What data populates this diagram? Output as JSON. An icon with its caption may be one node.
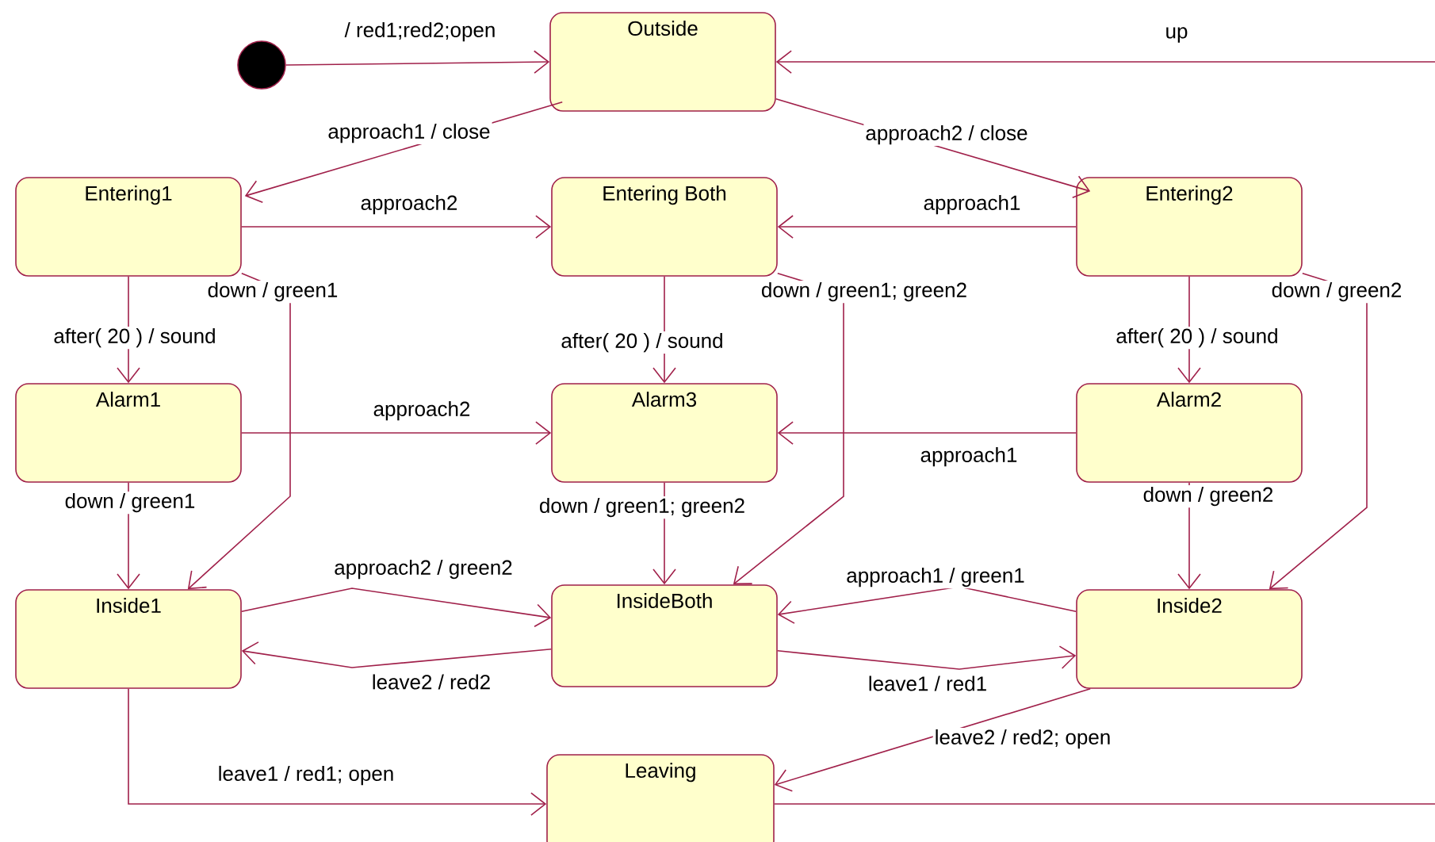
{
  "diagram": {
    "nodes": [
      {
        "text": [],
        "shape": "circle"
      },
      {
        "text": [
          "Outside"
        ]
      },
      {
        "text": [
          "Entering1"
        ]
      },
      {
        "text": [
          "Entering Both"
        ]
      },
      {
        "text": [
          "Entering2"
        ]
      },
      {
        "text": [
          "Alarm1"
        ]
      },
      {
        "text": [
          "Alarm3"
        ]
      },
      {
        "text": [
          "Alarm2"
        ]
      },
      {
        "text": [
          "Inside1"
        ]
      },
      {
        "text": [
          "InsideBoth"
        ]
      },
      {
        "text": [
          "Inside2"
        ]
      },
      {
        "text": [
          "Leaving"
        ]
      }
    ],
    "edges": [
      {
        "from": 0,
        "to": 1,
        "arrow": "to",
        "label": "/ red1;red2;open"
      },
      {
        "from": 1,
        "to": 2,
        "arrow": "to",
        "label": "approach1 / close"
      },
      {
        "from": 1,
        "to": 4,
        "arrow": "to",
        "label": "approach2 / close"
      },
      {
        "from": 2,
        "to": 3,
        "arrow": "to",
        "label": "approach2"
      },
      {
        "from": 4,
        "to": 3,
        "arrow": "to",
        "label": "approach1"
      },
      {
        "from": 2,
        "to": 5,
        "arrow": "to",
        "label": "after( 20 ) / sound"
      },
      {
        "from": 3,
        "to": 6,
        "arrow": "to",
        "label": "after( 20 ) / sound"
      },
      {
        "from": 4,
        "to": 7,
        "arrow": "to",
        "label": "after( 20 ) / sound"
      },
      {
        "from": 2,
        "to": 8,
        "arrow": "to",
        "label": "down / green1"
      },
      {
        "from": 3,
        "to": 9,
        "arrow": "to",
        "label": "down / green1; green2"
      },
      {
        "from": 4,
        "to": 10,
        "arrow": "to",
        "label": "down / green2"
      },
      {
        "from": 5,
        "to": 6,
        "arrow": "to",
        "label": "approach2"
      },
      {
        "from": 7,
        "to": 6,
        "arrow": "to",
        "label": "approach1"
      },
      {
        "from": 5,
        "to": 8,
        "arrow": "to",
        "label": "down / green1"
      },
      {
        "from": 6,
        "to": 9,
        "arrow": "to",
        "label": "down / green1; green2"
      },
      {
        "from": 7,
        "to": 10,
        "arrow": "to",
        "label": "down / green2"
      },
      {
        "from": 8,
        "to": 9,
        "arrow": "to",
        "label": "approach2 / green2"
      },
      {
        "from": 9,
        "to": 8,
        "arrow": "to",
        "label": "leave2 / red2"
      },
      {
        "from": 10,
        "to": 9,
        "arrow": "to",
        "label": "approach1 / green1"
      },
      {
        "from": 9,
        "to": 10,
        "arrow": "to",
        "label": "leave1 / red1"
      },
      {
        "from": 8,
        "to": 11,
        "arrow": "to",
        "label": "leave1 / red1; open"
      },
      {
        "from": 10,
        "to": 11,
        "arrow": "to",
        "label": "leave2 / red2; open"
      },
      {
        "from": 11,
        "to": 1,
        "arrow": "to",
        "label": "up"
      }
    ]
  }
}
